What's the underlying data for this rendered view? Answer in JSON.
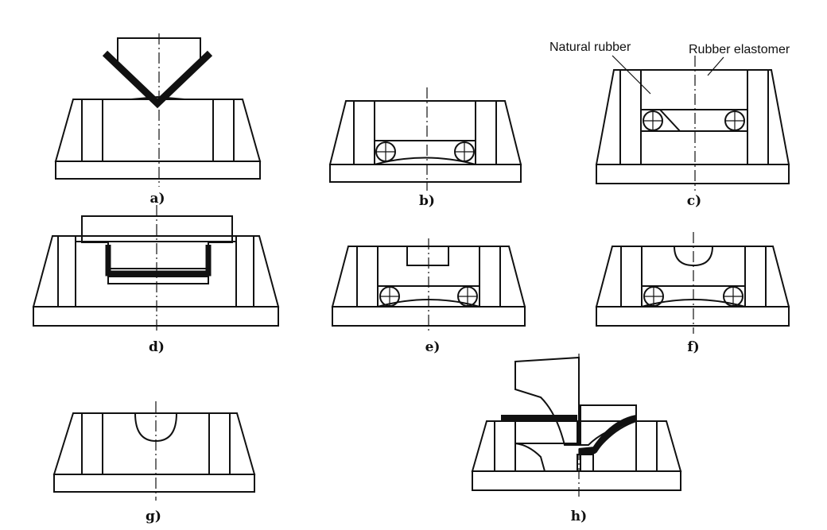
{
  "labels": {
    "a": "a)",
    "b": "b)",
    "c": "c)",
    "d": "d)",
    "e": "e)",
    "f": "f)",
    "g": "g)",
    "h": "h)"
  },
  "annotations": {
    "natural_rubber": "Natural rubber",
    "rubber_elastomer": "Rubber elastomer"
  }
}
